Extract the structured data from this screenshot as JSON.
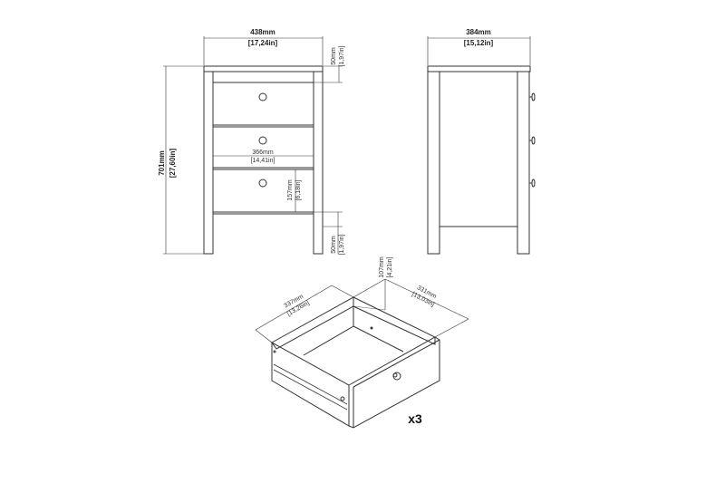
{
  "front_view": {
    "width": {
      "mm": "438mm",
      "in": "[17,24in]"
    },
    "height": {
      "mm": "701mm",
      "in": "[27,60in]"
    },
    "top_gap": {
      "mm": "50mm",
      "in": "[1,97in]"
    },
    "drawer_width": {
      "mm": "366mm",
      "in": "[14,41in]"
    },
    "drawer_height": {
      "mm": "157mm",
      "in": "[6,18in]"
    },
    "leg_height": {
      "mm": "50mm",
      "in": "[1,97in]"
    }
  },
  "side_view": {
    "depth": {
      "mm": "384mm",
      "in": "[15,12in]"
    }
  },
  "drawer_view": {
    "length": {
      "mm": "337mm",
      "in": "[13,26in]"
    },
    "depth": {
      "mm": "331mm",
      "in": "[13,03in]"
    },
    "height": {
      "mm": "107mm",
      "in": "[4,21in]"
    },
    "quantity": "x3"
  }
}
